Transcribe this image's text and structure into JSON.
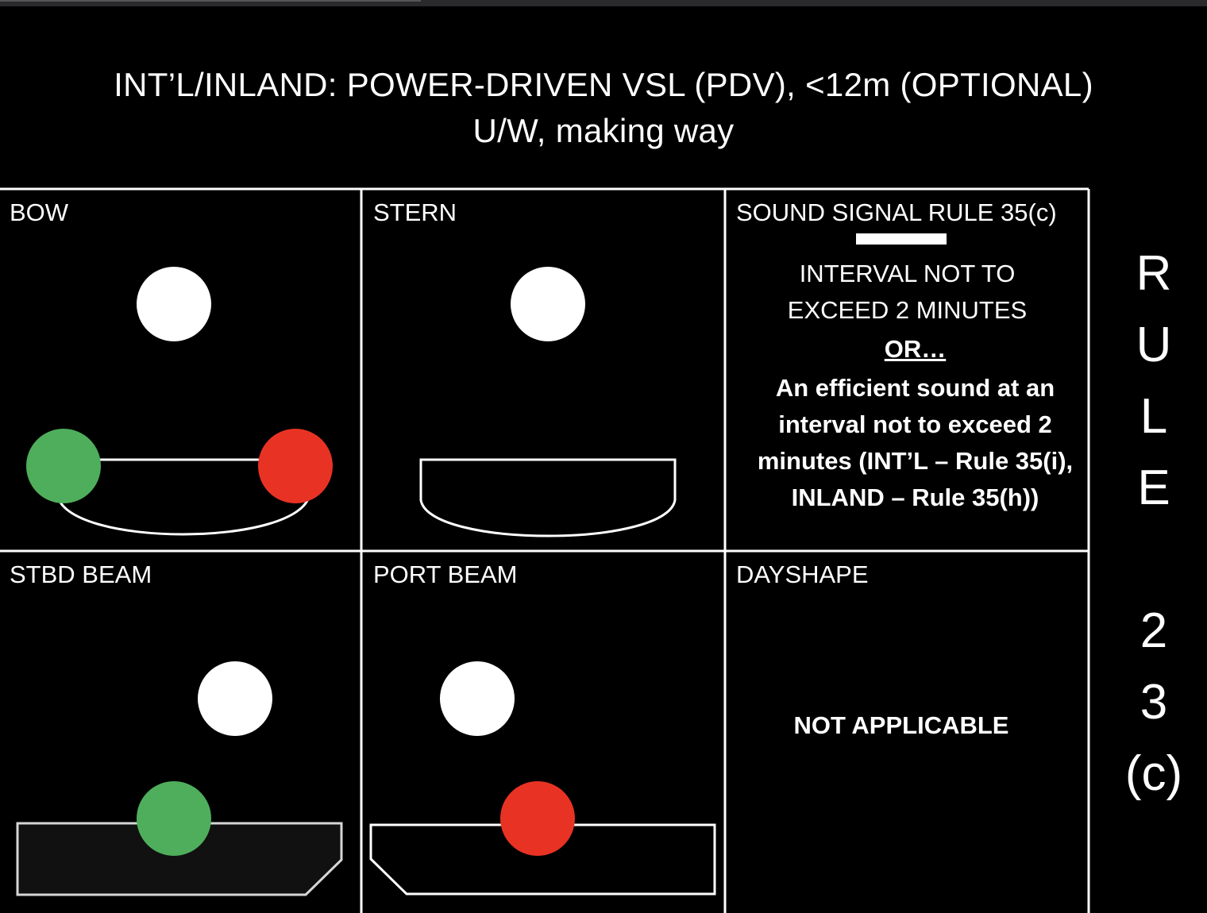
{
  "title": {
    "line1": "INT’L/INLAND: POWER-DRIVEN VSL (PDV), <12m (OPTIONAL)",
    "line2": "U/W, making way"
  },
  "panels": {
    "bow": "BOW",
    "stern": "STERN",
    "sound_signal": "SOUND SIGNAL RULE 35(c)",
    "stbd_beam": "STBD BEAM",
    "port_beam": "PORT BEAM",
    "dayshape": "DAYSHAPE"
  },
  "sound_signal": {
    "line1": "INTERVAL NOT TO",
    "line2": "EXCEED 2 MINUTES",
    "or": "OR…",
    "alt_text": "An efficient sound at an interval not to exceed 2 minutes (INT’L – Rule 35(i), INLAND – Rule 35(h))"
  },
  "dayshape": {
    "value": "NOT APPLICABLE"
  },
  "rule": {
    "chars": [
      "R",
      "U",
      "L",
      "E",
      "",
      "2",
      "3",
      "(c)"
    ]
  },
  "colors": {
    "background": "#000000",
    "masthead_light": "#ffffff",
    "starboard_light": "#4fae5c",
    "port_light": "#e83324",
    "grid_line": "#ffffff"
  }
}
